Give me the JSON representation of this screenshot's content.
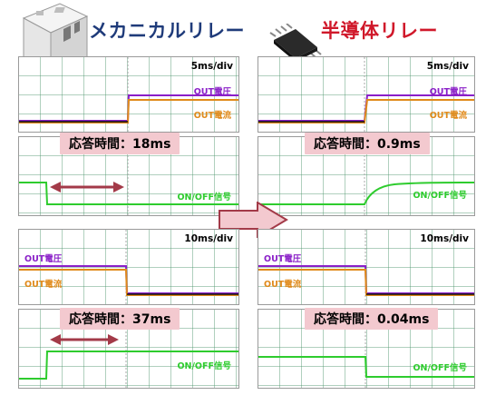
{
  "left": {
    "title": "メカニカルリレー",
    "top": {
      "timebase": "5ms/div",
      "out_voltage": "OUT電圧",
      "out_current": "OUT電流"
    },
    "top_response": "応答時間：18ms",
    "top_signal": "ON/OFF信号",
    "bottom": {
      "timebase": "10ms/div",
      "out_voltage": "OUT電圧",
      "out_current": "OUT電流"
    },
    "bottom_response": "応答時間：37ms",
    "bottom_signal": "ON/OFF信号"
  },
  "right": {
    "title": "半導体リレー",
    "top": {
      "timebase": "5ms/div",
      "out_voltage": "OUT電圧",
      "out_current": "OUT電流"
    },
    "top_response": "応答時間：0.9ms",
    "top_signal": "ON/OFF信号",
    "bottom": {
      "timebase": "10ms/div",
      "out_voltage": "OUT電圧",
      "out_current": "OUT電流"
    },
    "bottom_response": "応答時間：0.04ms",
    "bottom_signal": "ON/OFF信号"
  },
  "colors": {
    "voltage": "#8a1fc8",
    "current": "#e08a1a",
    "signal": "#2ecc2e",
    "arrow_red": "#a33a48",
    "arrow_pink": "#f3c9cf"
  }
}
